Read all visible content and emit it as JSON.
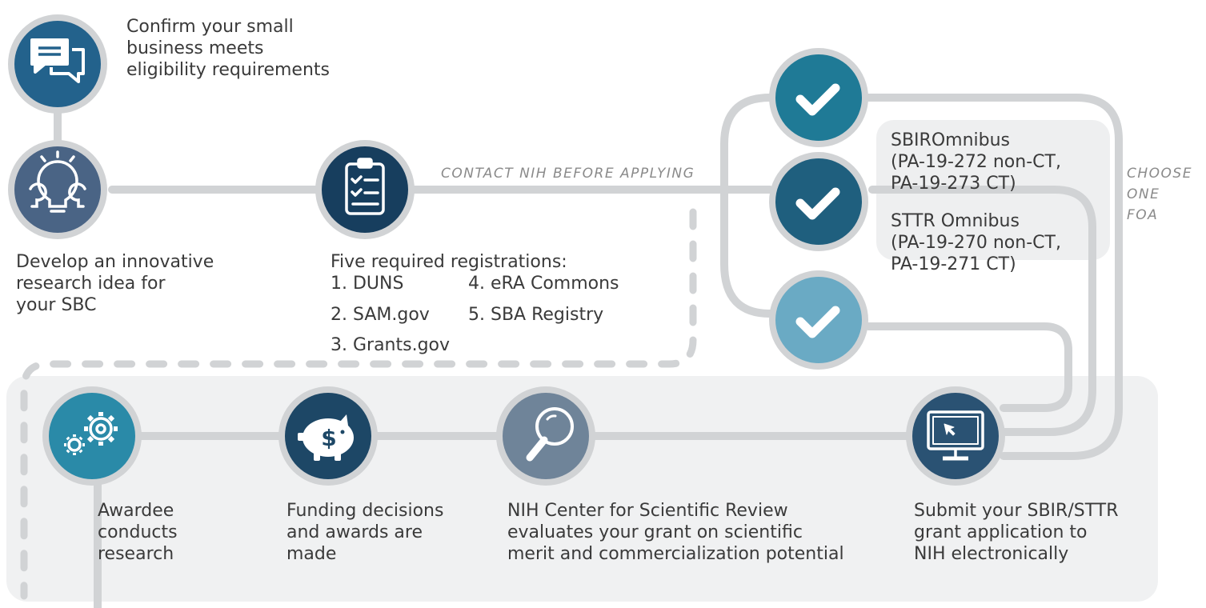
{
  "steps": {
    "eligibility": {
      "label": "Confirm your small business meets eligibility requirements",
      "lines": [
        "Confirm your small",
        "business meets",
        "eligibility requirements"
      ],
      "icon": "chat-bubbles-icon",
      "color": "#23628c"
    },
    "idea": {
      "lines": [
        "Develop an innovative",
        "research idea for",
        "your SBC"
      ],
      "icon": "lightbulb-icon",
      "color": "#4a6485"
    },
    "registrations": {
      "title": "Five required registrations:",
      "items": [
        "1. DUNS",
        "2. SAM.gov",
        "3. Grants.gov",
        "4. eRA Commons",
        "5. SBA Registry"
      ],
      "icon": "clipboard-checklist-icon",
      "color": "#173e5e"
    },
    "submit": {
      "lines": [
        "Submit your SBIR/STTR",
        "grant application to",
        "NIH electronically"
      ],
      "icon": "computer-monitor-icon",
      "color": "#2a5273"
    },
    "review": {
      "lines": [
        "NIH Center for Scientific Review",
        "evaluates your grant on scientific",
        "merit and commercialization potential"
      ],
      "icon": "magnifying-glass-icon",
      "color": "#6f8499"
    },
    "funding": {
      "lines": [
        "Funding decisions",
        "and awards are",
        "made"
      ],
      "icon": "piggy-bank-dollar-icon",
      "color": "#1d4766"
    },
    "research": {
      "lines": [
        "Awardee",
        "conducts",
        "research"
      ],
      "icon": "gears-icon",
      "color": "#2a8aa8"
    }
  },
  "contact_note": "CONTACT NIH BEFORE APPLYING",
  "foa": {
    "note_lines": [
      "CHOOSE",
      "ONE",
      "FOA"
    ],
    "sbir_lines": [
      "SBIROmnibus",
      "(PA-19-272 non-CT,",
      "PA-19-273 CT)"
    ],
    "sttr_lines": [
      "STTR Omnibus",
      "(PA-19-270 non-CT,",
      "PA-19-271 CT)"
    ],
    "check_colors": [
      "#1f7a96",
      "#1f5f7e",
      "#6aaac4"
    ]
  },
  "colors": {
    "connector": "#d1d3d5",
    "panel": "#f0f1f2"
  }
}
